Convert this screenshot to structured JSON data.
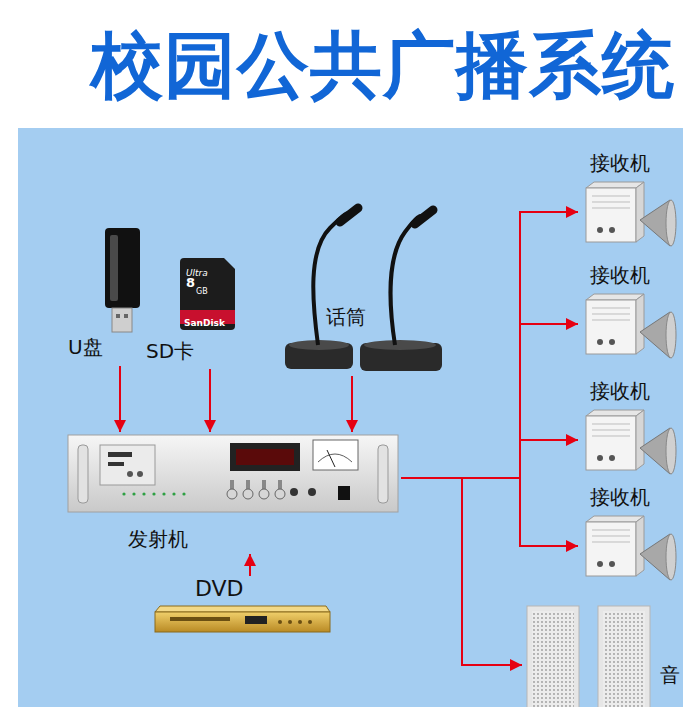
{
  "diagram": {
    "title": "校园公共广播系统",
    "nodes": [
      {
        "text": [
          "U盘"
        ]
      },
      {
        "text": [
          "SD卡"
        ]
      },
      {
        "text": [
          "话筒"
        ]
      },
      {
        "text": [
          "发射机"
        ]
      },
      {
        "text": [
          "DVD"
        ]
      },
      {
        "text": [
          "接收机"
        ]
      },
      {
        "text": [
          "接收机"
        ]
      },
      {
        "text": [
          "接收机"
        ]
      },
      {
        "text": [
          "接收机"
        ]
      },
      {
        "text": [
          "音"
        ]
      }
    ],
    "edges": [
      {
        "from": 0,
        "to": 3,
        "arrow": "to"
      },
      {
        "from": 1,
        "to": 3,
        "arrow": "to"
      },
      {
        "from": 2,
        "to": 3,
        "arrow": "to"
      },
      {
        "from": 4,
        "to": 3,
        "arrow": "to"
      },
      {
        "from": 3,
        "to": 5,
        "arrow": "to"
      },
      {
        "from": 3,
        "to": 6,
        "arrow": "to"
      },
      {
        "from": 3,
        "to": 7,
        "arrow": "to"
      },
      {
        "from": 3,
        "to": 8,
        "arrow": "to"
      },
      {
        "from": 3,
        "to": 9,
        "arrow": "to"
      }
    ],
    "labels": [
      "Ultra",
      "8",
      "GB",
      "SanDisk"
    ]
  }
}
